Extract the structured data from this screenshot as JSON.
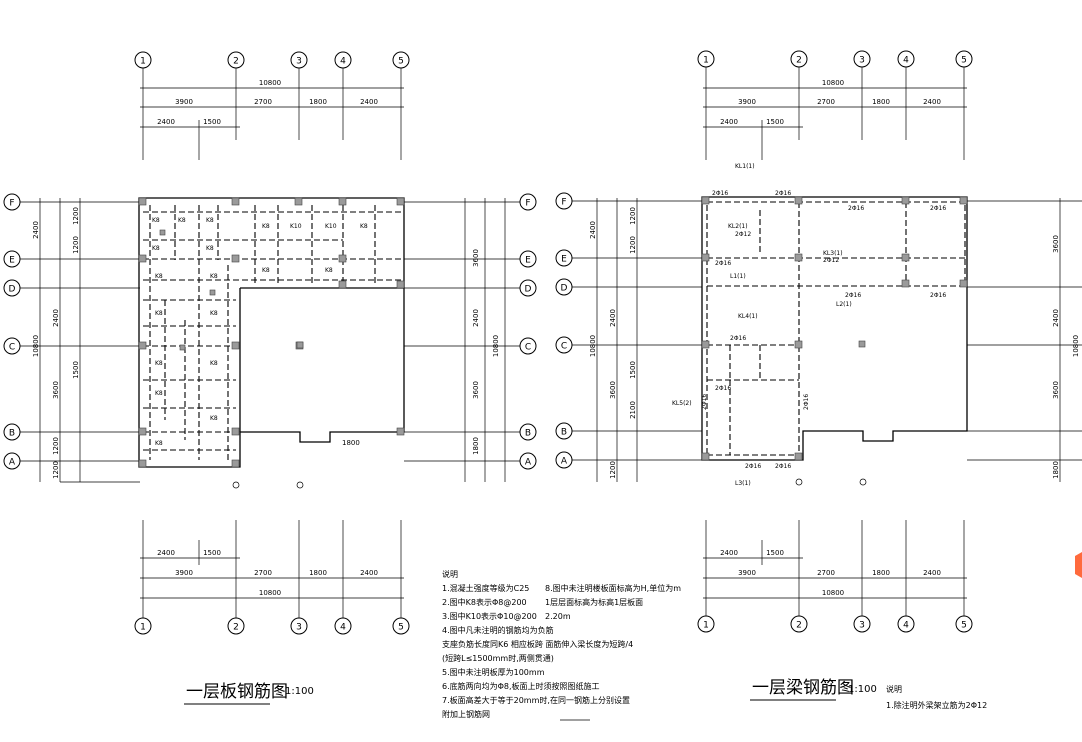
{
  "colors": {
    "line": "#000000",
    "column": "#9a9a9a",
    "background": "#ffffff",
    "edge_mark": "#ff6a3d"
  },
  "axes": {
    "vertical_labels": [
      "1",
      "2",
      "3",
      "4",
      "5"
    ],
    "horizontal_labels": [
      "F",
      "E",
      "D",
      "C",
      "B",
      "A"
    ]
  },
  "dims": {
    "top_total": "10800",
    "top_row": [
      "3900",
      "2700",
      "1800",
      "2400"
    ],
    "top_sub": [
      "2400",
      "1500"
    ],
    "left_outer": [
      "2400",
      "2400",
      "3600",
      "1200"
    ],
    "left_total": "10800",
    "left_inner": [
      "1200",
      "1200",
      "1500",
      "2100",
      "1200"
    ],
    "right_left": [
      "3600",
      "2400",
      "3600",
      "1800"
    ],
    "right_total": "10800",
    "right_plan_right": [
      "3600",
      "2400",
      "3600",
      "1800"
    ],
    "bottom_sub": [
      "2400",
      "1500"
    ],
    "bottom_row": [
      "3900",
      "2700",
      "1800",
      "2400"
    ],
    "bottom_total": "10800",
    "extra": "1800"
  },
  "left_plan": {
    "title": "一层板钢筋图",
    "scale": "1:100",
    "slab_labels": [
      "K8",
      "K8",
      "K8",
      "K8",
      "K8",
      "K8",
      "K10",
      "K10",
      "K8",
      "K8",
      "K8",
      "K8",
      "K8",
      "K8",
      "K8",
      "K8",
      "K8",
      "K8",
      "K8",
      "K8"
    ]
  },
  "right_plan": {
    "title": "一层梁钢筋图",
    "scale": "1:100",
    "beam_labels": [
      "2Φ16",
      "2Φ16",
      "2Φ16",
      "2Φ16",
      "2Φ16",
      "2Φ16",
      "2Φ16",
      "2Φ16",
      "2Φ16",
      "2Φ16",
      "2Φ16",
      "2Φ16",
      "2Φ16",
      "2Φ12",
      "2Φ12"
    ],
    "beam_tags": [
      "KL1(1)",
      "KL2(1)",
      "KL3(1)",
      "L1(1)",
      "L2(1)",
      "KL4(1)",
      "KL5(2)",
      "L3(1)"
    ],
    "note_title": "说明",
    "note_1": "1.除注明外梁架立筋为2Φ12"
  },
  "notes": {
    "title": "说明",
    "col1": [
      "1.混凝土强度等级为C25",
      "2.图中K8表示Φ8@200",
      "3.图中K10表示Φ10@200",
      "4.图中凡未注明的钢筋均为负筋",
      "  支座负筋长度同K6 相应板跨 面筋伸入梁长度为短跨/4",
      "  (短跨L≤1500mm时,两侧贯通)",
      "5.图中未注明板厚为100mm",
      "6.底筋两向均为Φ8,板面上时须按照图纸施工",
      "7.板面高差大于等于20mm时,在同一钢筋上分别设置",
      "  附加上钢筋网"
    ],
    "col2": [
      "8.图中未注明楼板面标高为H,单位为m",
      "  1层层面标高为标高1层板面",
      "  2.20m"
    ]
  }
}
